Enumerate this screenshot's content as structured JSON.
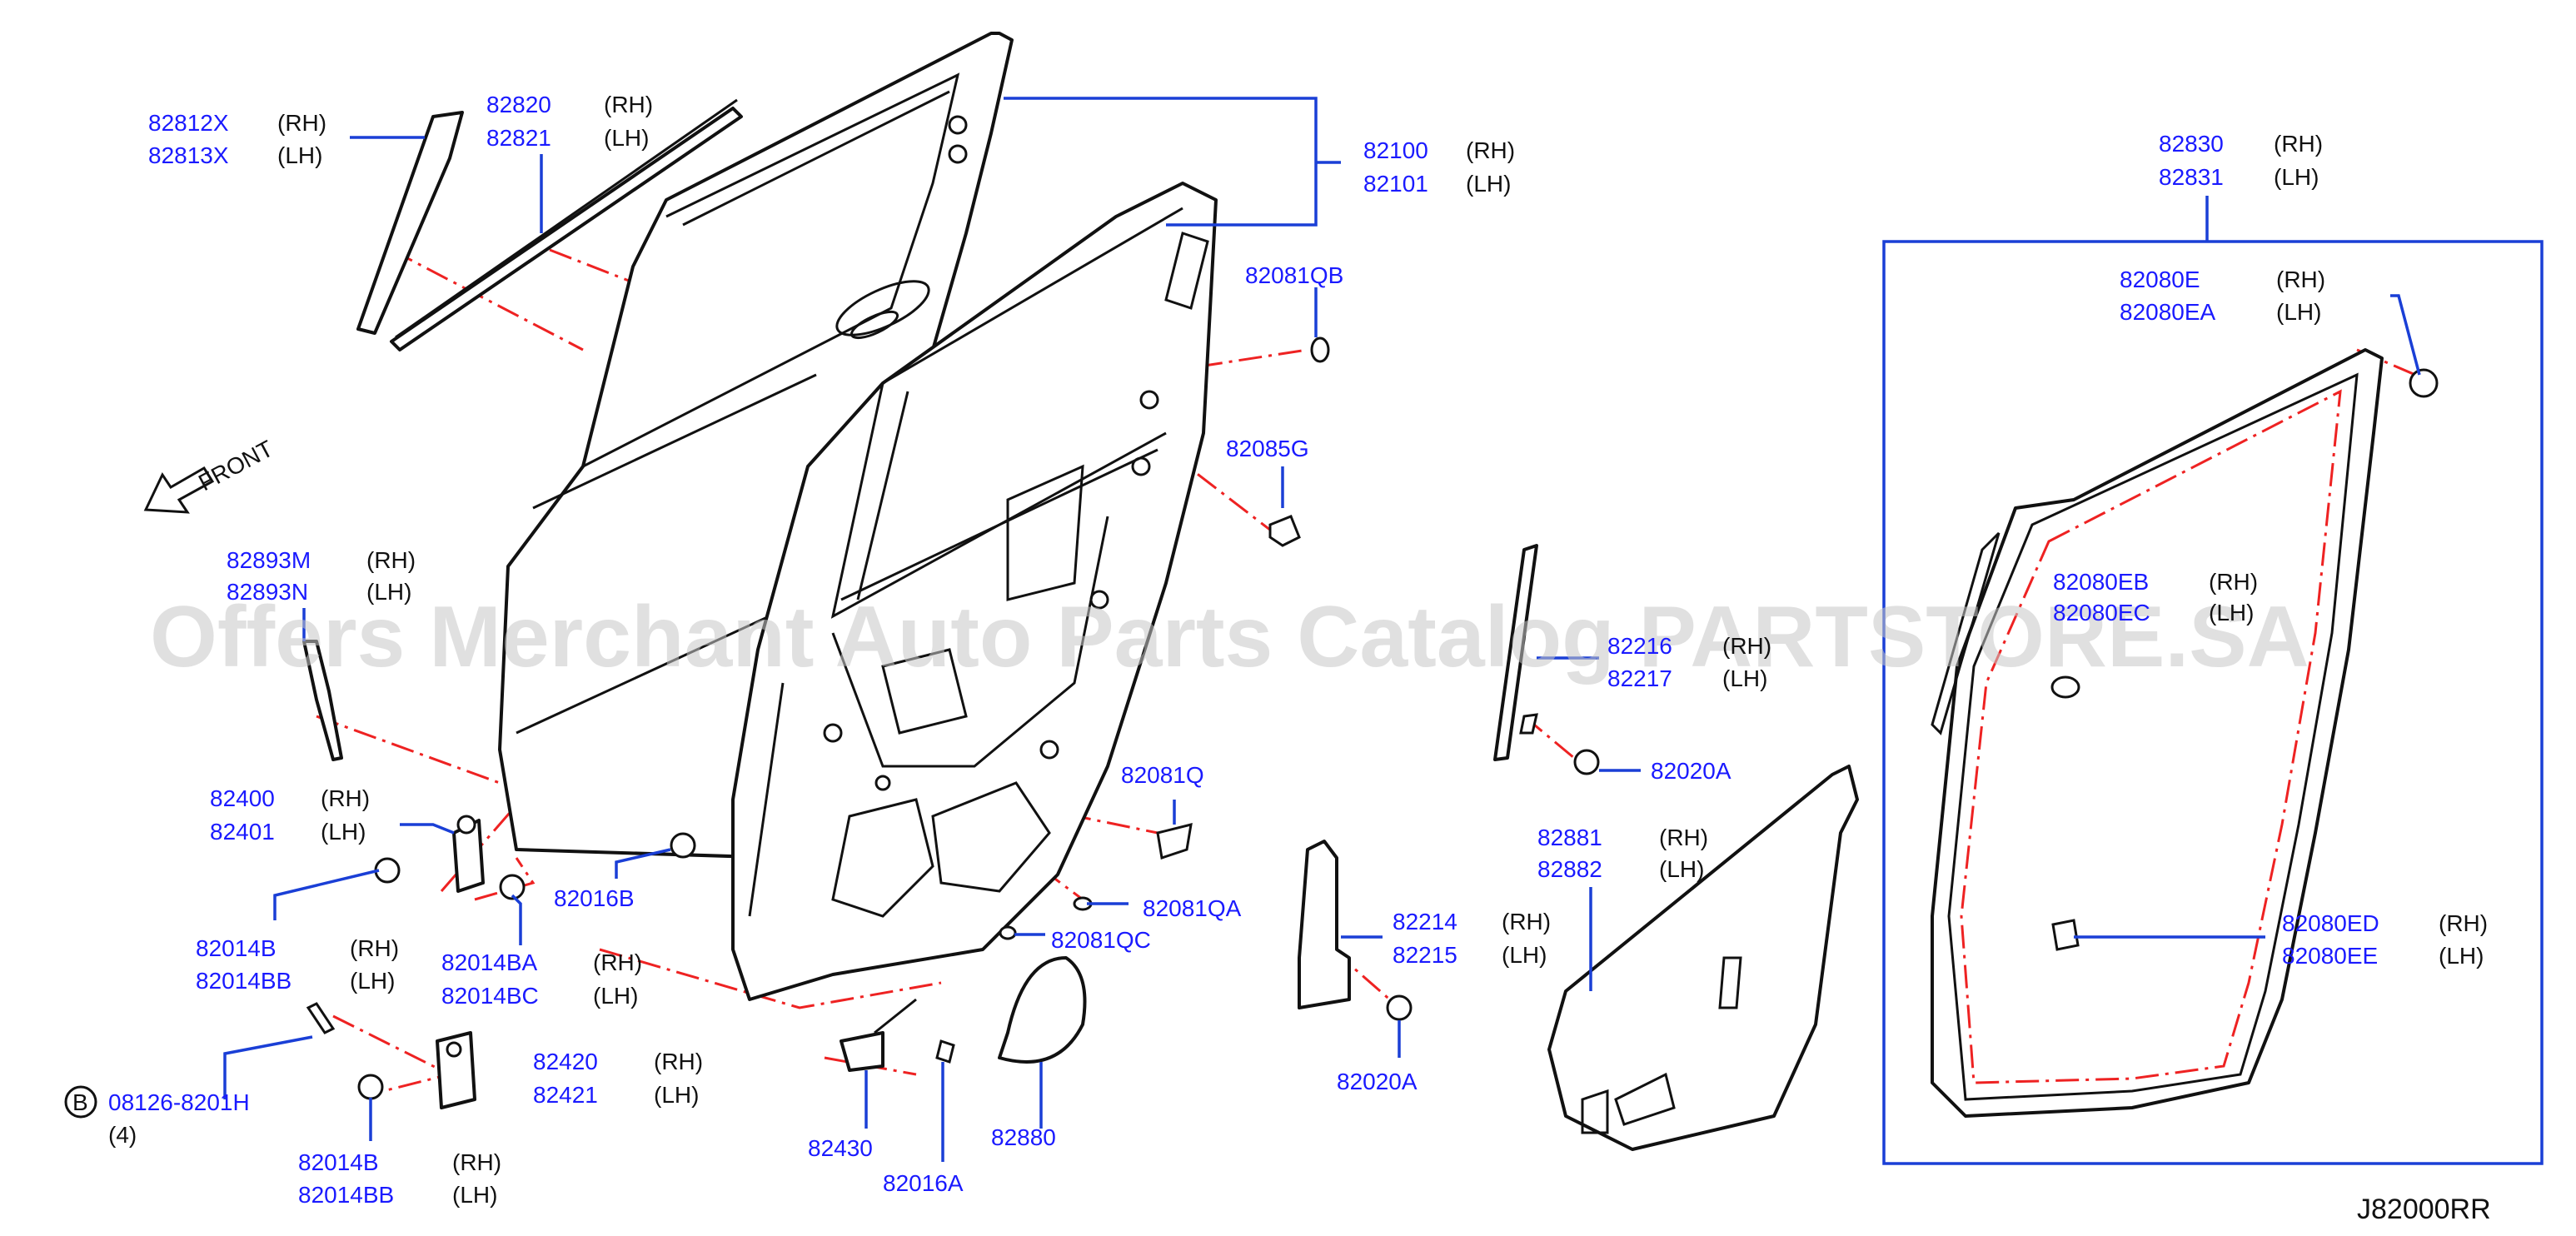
{
  "watermark": "Offers Merchant Auto Parts Catalog PARTSTORE.SA",
  "front_label": "FRONT",
  "diagram_ref": "J82000RR",
  "bolt_circle": "B",
  "sides": {
    "rh": "(RH)",
    "lh": "(LH)"
  },
  "labels": {
    "p82812X": "82812X",
    "p82813X": "82813X",
    "p82820": "82820",
    "p82821": "82821",
    "p82100": "82100",
    "p82101": "82101",
    "p82081QB": "82081QB",
    "p82085G": "82085G",
    "p82893M": "82893M",
    "p82893N": "82893N",
    "p82400": "82400",
    "p82401": "82401",
    "p82014B_a": "82014B",
    "p82014BB_a": "82014BB",
    "p82014BA": "82014BA",
    "p82014BC": "82014BC",
    "p82016B": "82016B",
    "p82081Q": "82081Q",
    "p82081QA": "82081QA",
    "p82081QC": "82081QC",
    "p08126": "08126-8201H",
    "qty4": "(4)",
    "p82420": "82420",
    "p82421": "82421",
    "p82014B_b": "82014B",
    "p82014BB_b": "82014BB",
    "p82430": "82430",
    "p82016A": "82016A",
    "p82880": "82880",
    "p82216": "82216",
    "p82217": "82217",
    "p82020A_a": "82020A",
    "p82214": "82214",
    "p82215": "82215",
    "p82020A_b": "82020A",
    "p82881": "82881",
    "p82882": "82882",
    "p82830": "82830",
    "p82831": "82831",
    "p82080E": "82080E",
    "p82080EA": "82080EA",
    "p82080EB": "82080EB",
    "p82080EC": "82080EC",
    "p82080ED": "82080ED",
    "p82080EE": "82080EE"
  }
}
